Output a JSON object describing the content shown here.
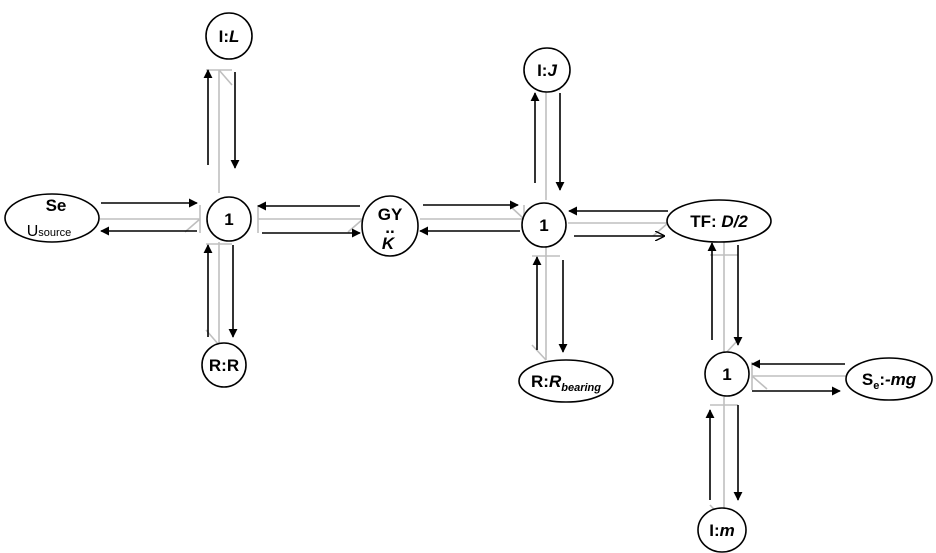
{
  "nodes": {
    "se_source": {
      "top": "Se",
      "bottom": "U",
      "bottom_sub": "source"
    },
    "j1_left": {
      "label": "1"
    },
    "i_l": {
      "prefix": "I:",
      "param": "L"
    },
    "r_r": {
      "prefix": "R:",
      "param": "R"
    },
    "gy": {
      "top": "GY",
      "dots": "..",
      "param": "K"
    },
    "j1_mid": {
      "label": "1"
    },
    "i_j": {
      "prefix": "I:",
      "param": "J"
    },
    "r_bearing": {
      "prefix": "R:",
      "param": "R",
      "param_sub": "bearing"
    },
    "tf": {
      "prefix": "TF: ",
      "param": "D/2"
    },
    "j1_right": {
      "label": "1"
    },
    "se_mg": {
      "prefix": "S",
      "prefix_sub": "e",
      "sep": ":",
      "param": "-mg"
    },
    "i_m": {
      "prefix": "I:",
      "param": "m"
    }
  }
}
